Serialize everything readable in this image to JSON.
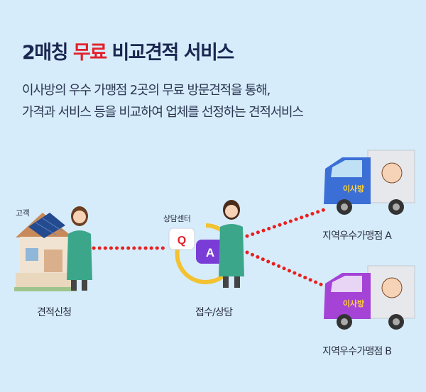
{
  "title": {
    "prefix": "2매칭",
    "highlight": "무료",
    "suffix": "비교견적 서비스"
  },
  "description": [
    "이사방의 우수 가맹점 2곳의 무료 방문견적을 통해,",
    "가격과 서비스 등을 비교하여 업체를 선정하는 견적서비스"
  ],
  "customer": {
    "tag": "고객",
    "caption": "견적신청"
  },
  "center": {
    "tag": "상담센터",
    "caption": "접수/상담",
    "bubble_q": "Q",
    "bubble_a": "A"
  },
  "truck_a": {
    "caption": "지역우수가맹점 A",
    "logo": "이사방"
  },
  "truck_b": {
    "caption": "지역우수가맹점 B",
    "logo": "이사방"
  },
  "colors": {
    "accent_red": "#e3202b",
    "dot_red": "#e8211f",
    "truck_a_cab": "#3b6fd6",
    "truck_b_cab": "#a443d6",
    "background": "#d6ecfb"
  }
}
